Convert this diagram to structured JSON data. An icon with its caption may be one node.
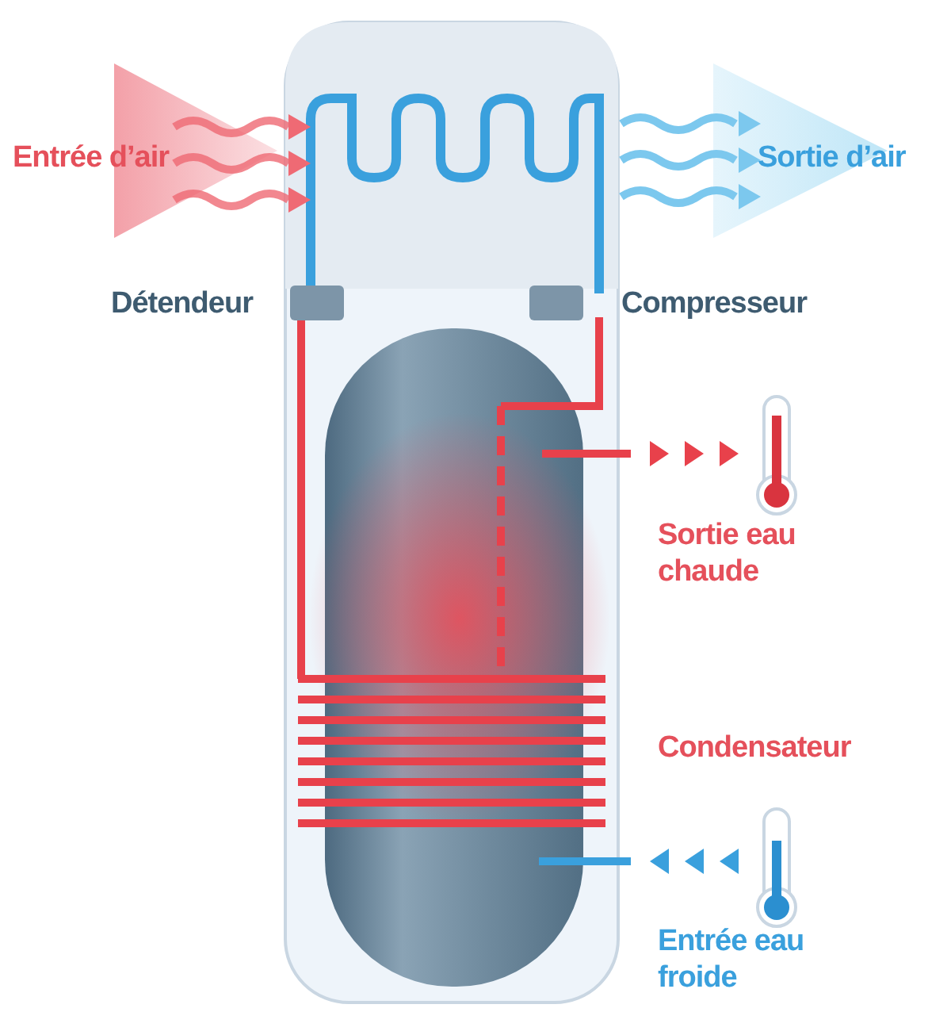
{
  "diagram": {
    "labels": [
      "Entrée d’air",
      "Sortie d’air",
      "Détendeur",
      "Compresseur",
      "Sortie eau chaude",
      "Condensateur",
      "Entrée eau froide"
    ]
  }
}
